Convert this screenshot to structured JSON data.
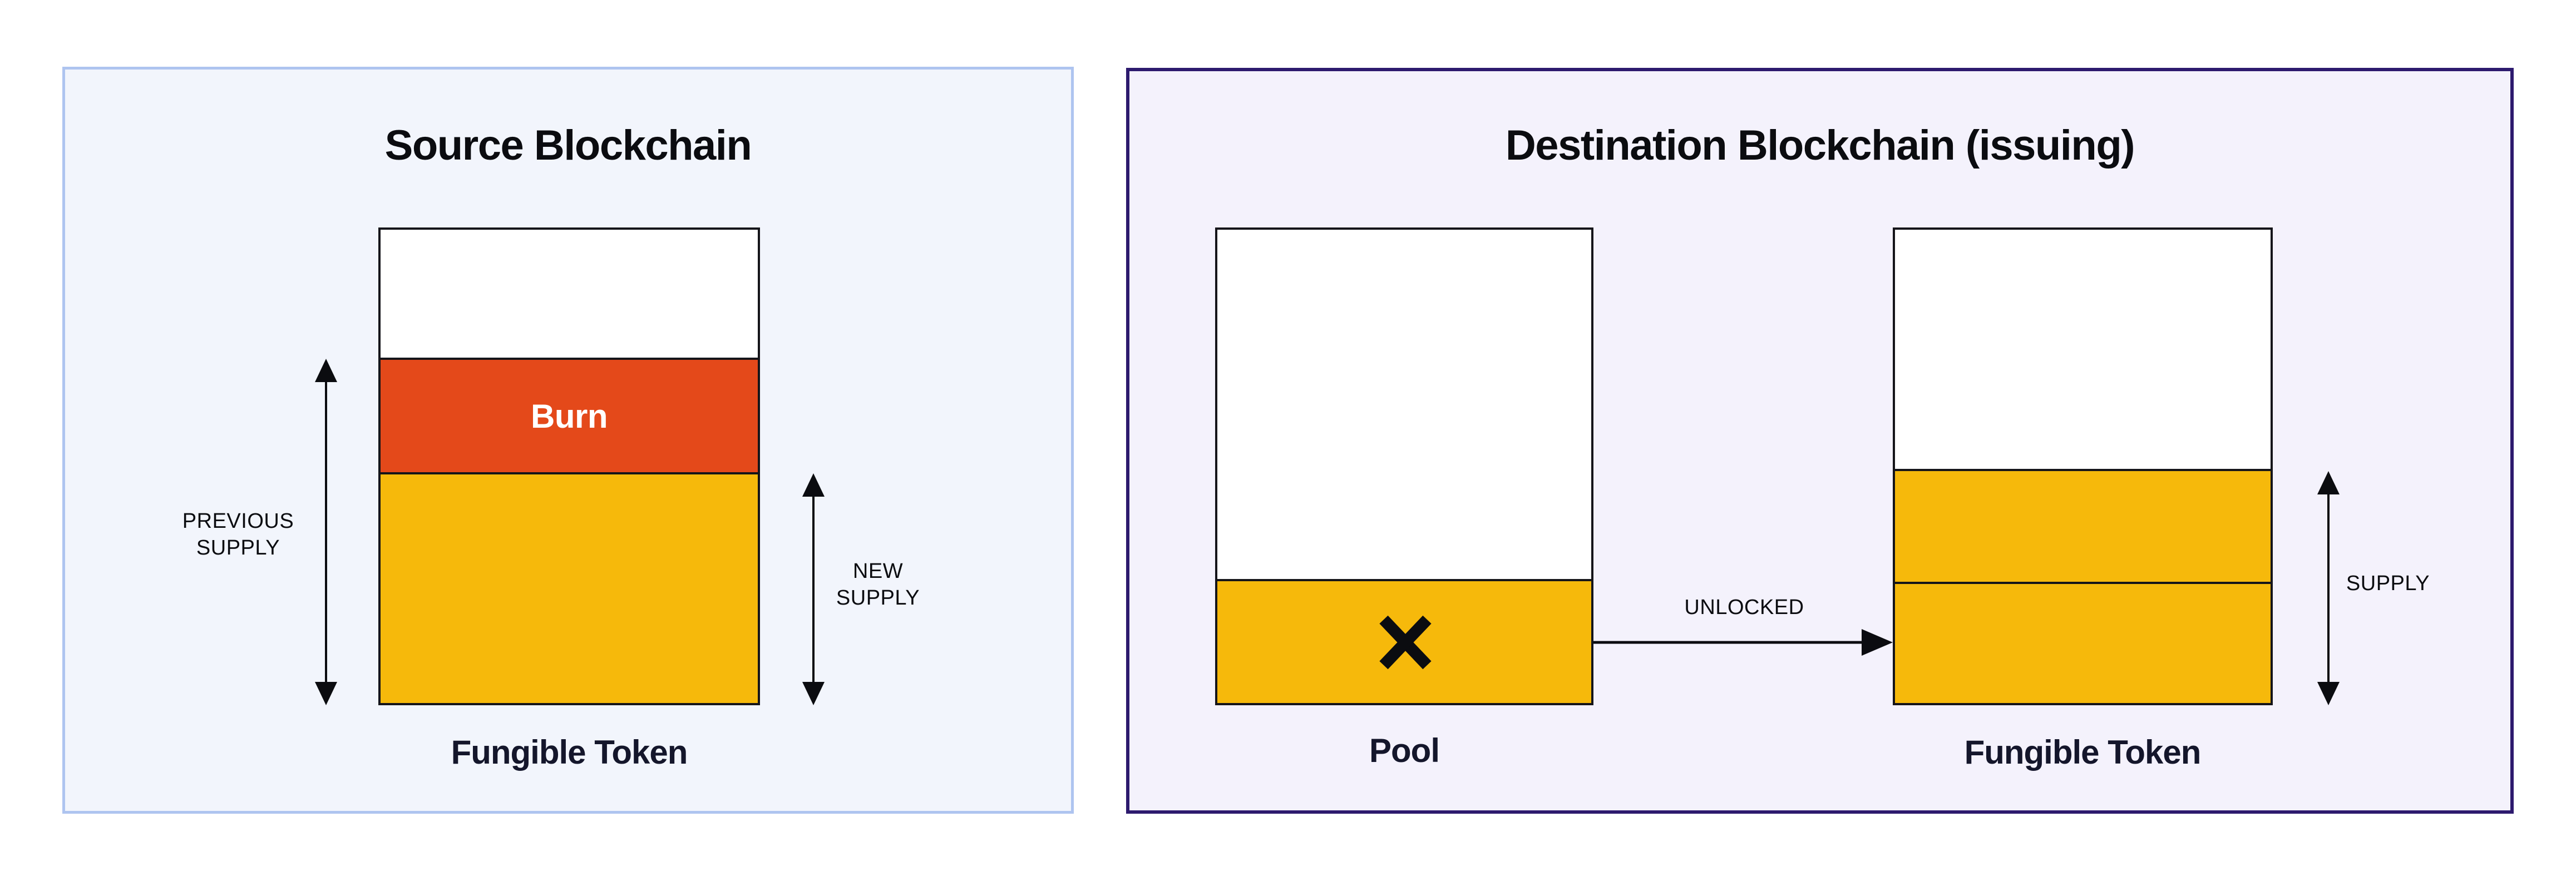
{
  "source_panel": {
    "title": "Source Blockchain",
    "bar_caption": "Fungible Token",
    "burn_label": "Burn",
    "previous_supply_line1": "PREVIOUS",
    "previous_supply_line2": "SUPPLY",
    "new_supply_line1": "NEW",
    "new_supply_line2": "SUPPLY"
  },
  "destination_panel": {
    "title": "Destination Blockchain (issuing)",
    "pool_caption": "Pool",
    "bar_caption": "Fungible Token",
    "unlocked_label": "UNLOCKED",
    "supply_label": "SUPPLY"
  },
  "colors": {
    "page_background": "#ffffff",
    "source_panel_background": "#f2f5fc",
    "source_panel_border": "#aec4f0",
    "destination_panel_background": "#f4f2fc",
    "destination_panel_border": "#2d1a6e",
    "burn_red": "#e4491a",
    "token_yellow": "#f6b90b",
    "bar_outline": "#15151a",
    "burn_text": "#ffffff",
    "caption_navy": "#14162b",
    "text_black": "#0b0c10"
  }
}
